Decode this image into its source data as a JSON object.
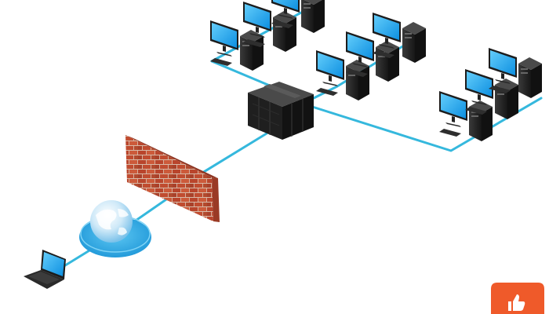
{
  "diagram": {
    "type": "network-topology",
    "labels": [],
    "colors": {
      "background": "#ffffff",
      "cable": "#35b8dd",
      "monitor_screen": "#1ea8f0",
      "device_body": "#2b2b2b",
      "device_dark": "#111111",
      "firewall_brick": "#b9452c",
      "globe_base": "#29a8e6",
      "globe": "#cfe9f8",
      "badge": "#ef5a2a"
    },
    "nodes": [
      {
        "id": "laptop",
        "kind": "laptop"
      },
      {
        "id": "internet",
        "kind": "globe"
      },
      {
        "id": "firewall",
        "kind": "brick-wall"
      },
      {
        "id": "server-cluster",
        "kind": "server-rack"
      },
      {
        "id": "ws-1",
        "kind": "workstation",
        "group": "top-left"
      },
      {
        "id": "ws-2",
        "kind": "workstation",
        "group": "top-left"
      },
      {
        "id": "ws-3",
        "kind": "workstation",
        "group": "top-left"
      },
      {
        "id": "ws-4",
        "kind": "workstation",
        "group": "middle"
      },
      {
        "id": "ws-5",
        "kind": "workstation",
        "group": "middle"
      },
      {
        "id": "ws-6",
        "kind": "workstation",
        "group": "middle"
      },
      {
        "id": "ws-7",
        "kind": "workstation",
        "group": "right"
      },
      {
        "id": "ws-8",
        "kind": "workstation",
        "group": "right"
      },
      {
        "id": "ws-9",
        "kind": "workstation",
        "group": "right"
      }
    ],
    "links": [
      {
        "from": "laptop",
        "to": "internet"
      },
      {
        "from": "internet",
        "to": "firewall"
      },
      {
        "from": "firewall",
        "to": "server-cluster"
      },
      {
        "from": "server-cluster",
        "to": "top-left"
      },
      {
        "from": "server-cluster",
        "to": "middle"
      },
      {
        "from": "server-cluster",
        "to": "right"
      }
    ],
    "badge_icon": "thumbs-up-icon"
  }
}
